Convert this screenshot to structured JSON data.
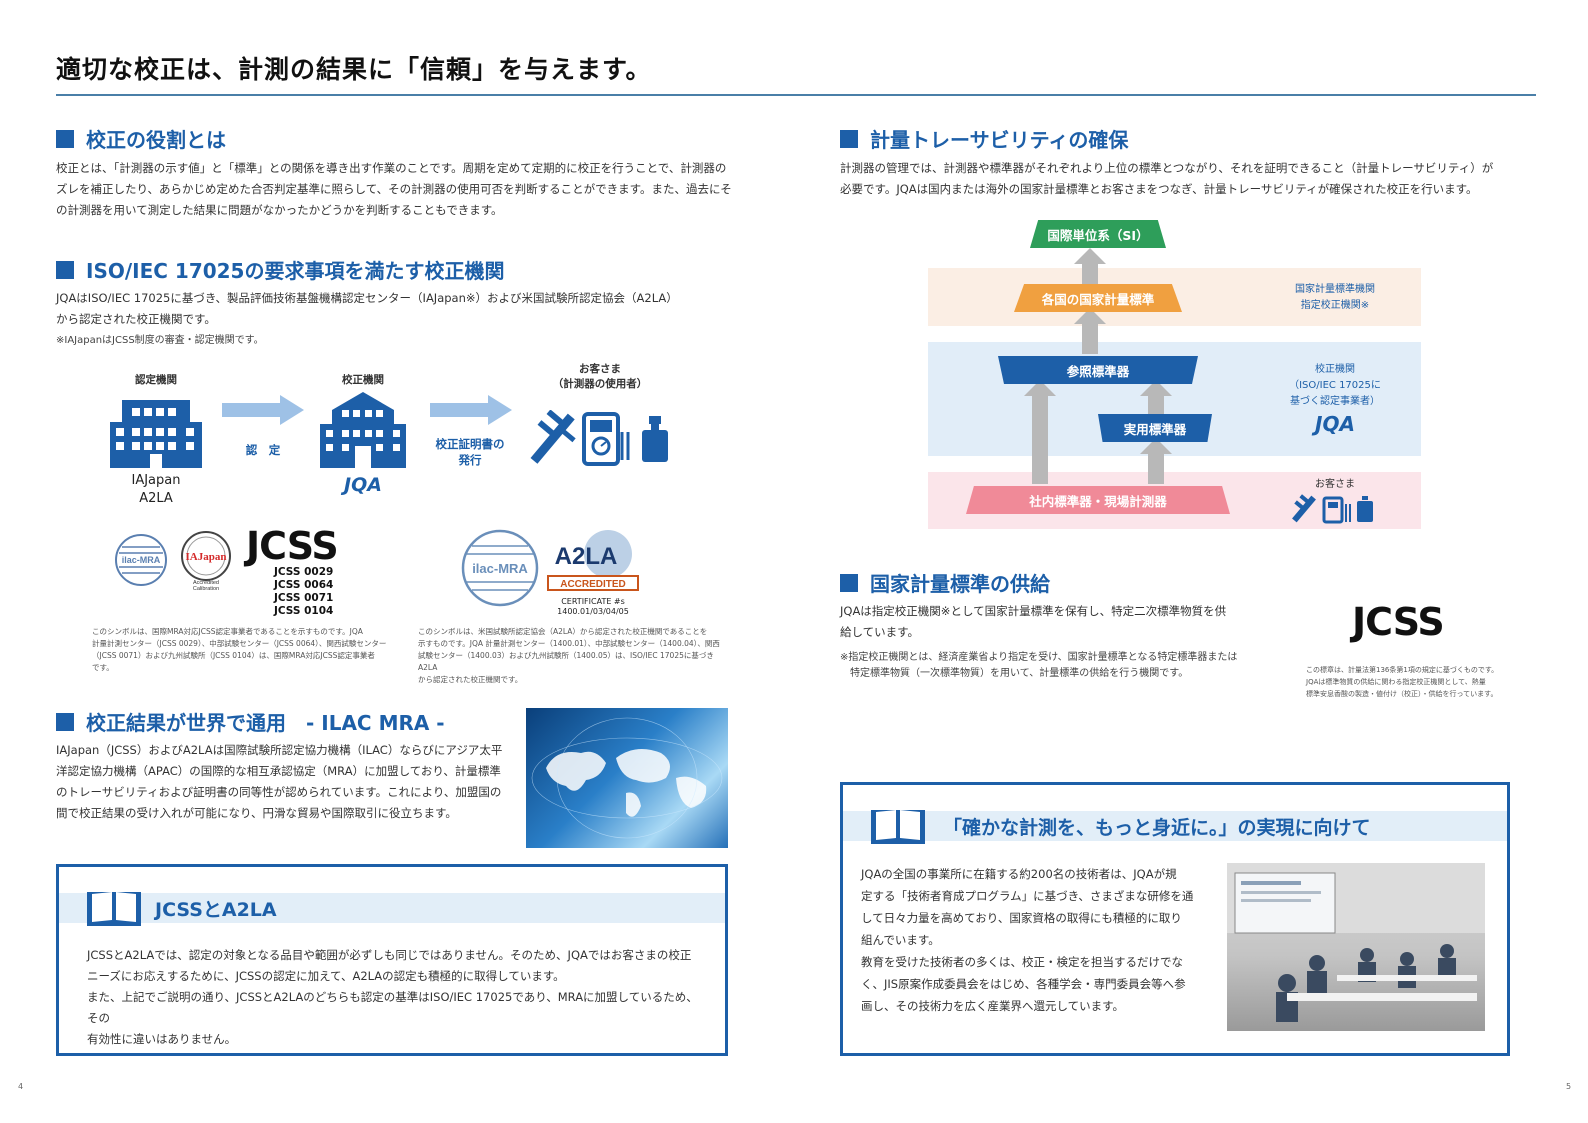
{
  "header": {
    "title": "適切な校正は、計測の結果に「信頼」を与えます。"
  },
  "left": {
    "role": {
      "title": "校正の役割とは",
      "lines": [
        "校正とは、「計測器の示す値」と「標準」との関係を導き出す作業のことです。周期を定めて定期的に校正を行うことで、計測器の",
        "ズレを補正したり、あらかじめ定めた合否判定基準に照らして、その計測器の使用可否を判断することができます。また、過去にそ",
        "の計測器を用いて測定した結果に問題がなかったかどうかを判断することもできます。"
      ]
    },
    "iso": {
      "title": "ISO/IEC 17025の要求事項を満たす校正機関",
      "lines": [
        "JQAはISO/IEC 17025に基づき、製品評価技術基盤機構認定センター（IAJapan※）および米国試験所認定協会（A2LA）",
        "から認定された校正機関です。"
      ],
      "note": "※IAJapanはJCSS制度の審査・認定機関です。"
    },
    "flow": {
      "col1_label": "認定機関",
      "col2_label": "校正機関",
      "col3_label_1": "お客さま",
      "col3_label_2": "（計測器の使用者）",
      "org_line1": "IAJapan",
      "org_line2": "A2LA",
      "arrow1_label": "認　定",
      "arrow2_label_1": "校正証明書の",
      "arrow2_label_2": "発行",
      "jqa": "JQA"
    },
    "logos": {
      "ilac": "ilac-MRA",
      "iajapan": "IAJapan",
      "iajapan_sub1": "Accredited",
      "iajapan_sub2": "Calibration",
      "jcss": "JCSS",
      "jcss_numbers": [
        "JCSS 0029",
        "JCSS 0064",
        "JCSS 0071",
        "JCSS 0104"
      ],
      "a2la": "A2LA",
      "accredited": "ACCREDITED",
      "cert1": "CERTIFICATE #s",
      "cert2": "1400.01/03/04/05",
      "note1": [
        "このシンボルは、国際MRA対応JCSS認定事業者であることを示すものです。JQA",
        "計量計測センター（JCSS 0029）、中部試験センター（JCSS 0064）、関西試験センター",
        "（JCSS 0071）および九州試験所（JCSS 0104）は、国際MRA対応JCSS認定事業者",
        "です。"
      ],
      "note2": [
        "このシンボルは、米国試験所認定協会（A2LA）から認定された校正機関であることを",
        "示すものです。JQA 計量計測センター（1400.01）、中部試験センター（1400.04）、関西",
        "試験センター（1400.03）および九州試験所（1400.05）は、ISO/IEC 17025に基づきA2LA",
        "から認定された校正機関です。"
      ]
    },
    "ilac_section": {
      "title": "校正結果が世界で通用　- ILAC MRA -",
      "lines": [
        "IAJapan（JCSS）およびA2LAは国際試験所認定協力機構（ILAC）ならびにアジア太平",
        "洋認定協力機構（APAC）の国際的な相互承認協定（MRA）に加盟しており、計量標準",
        "のトレーサビリティおよび証明書の同等性が認められています。これにより、加盟国の",
        "間で校正結果の受け入れが可能になり、円滑な貿易や国際取引に役立ちます。"
      ]
    },
    "box": {
      "title": "JCSSとA2LA",
      "lines": [
        "JCSSとA2LAでは、認定の対象となる品目や範囲が必ずしも同じではありません。そのため、JQAではお客さまの校正",
        "ニーズにお応えするために、JCSSの認定に加えて、A2LAの認定も積極的に取得しています。",
        "また、上記でご説明の通り、JCSSとA2LAのどちらも認定の基準はISO/IEC 17025であり、MRAに加盟しているため、その",
        "有効性に違いはありません。"
      ]
    },
    "page_number": "4"
  },
  "right": {
    "trace": {
      "title": "計量トレーサビリティの確保",
      "lines": [
        "計測器の管理では、計測器や標準器がそれぞれより上位の標準とつながり、それを証明できること（計量トレーサビリティ）が",
        "必要です。JQAは国内または海外の国家計量標準とお客さまをつなぎ、計量トレーサビリティが確保された校正を行います。"
      ]
    },
    "diagram": {
      "si": "国際単位系（SI）",
      "national": "各国の国家計量標準",
      "reference": "参照標準器",
      "working": "実用標準器",
      "inhouse": "社内標準器・現場計測器",
      "note_national_1": "国家計量標準機関",
      "note_national_2": "指定校正機関※",
      "note_jqa_1": "校正機関",
      "note_jqa_2": "（ISO/IEC 17025に",
      "note_jqa_3": "基づく認定事業者）",
      "note_jqa_logo": "JQA",
      "note_customer": "お客さま",
      "colors": {
        "si": "#2e9e5a",
        "national": "#f0a040",
        "reference": "#1d5fa8",
        "inhouse": "#f08a98"
      }
    },
    "supply": {
      "title": "国家計量標準の供給",
      "lines": [
        "JQAは指定校正機関※として国家計量標準を保有し、特定二次標準物質を供",
        "給しています。"
      ],
      "note_lines": [
        "※指定校正機関とは、経済産業省より指定を受け、国家計量標準となる特定標準器または",
        "　特定標準物質（一次標準物質）を用いて、計量標準の供給を行う機関です。"
      ],
      "jcss_logo": "JCSS",
      "jcss_note": [
        "この標章は、計量法第136条第1項の規定に基づくものです。",
        "JQAは標準物質の供給に関わる指定校正機関として、熱量",
        "標準安息香酸の製造・値付け（校正）・供給を行っています。"
      ]
    },
    "box": {
      "title": "「確かな計測を、もっと身近に。」の実現に向けて",
      "lines": [
        "JQAの全国の事業所に在籍する約200名の技術者は、JQAが規",
        "定する「技術者育成プログラム」に基づき、さまざまな研修を通",
        "して日々力量を高めており、国家資格の取得にも積極的に取り",
        "組んでいます。",
        "教育を受けた技術者の多くは、校正・検定を担当するだけでな",
        "く、JIS原案作成委員会をはじめ、各種学会・専門委員会等へ参",
        "画し、その技術力を広く産業界へ還元しています。"
      ]
    },
    "page_number": "5"
  },
  "icons": [
    "building-icon",
    "office-building-icon",
    "caliper-icon",
    "multimeter-icon",
    "weight-icon",
    "book-icon",
    "world-map-image",
    "training-room-photo"
  ],
  "colors": {
    "accent": "#1d5fa8",
    "arrow": "#9ec1e6",
    "band_orange": "#fbeee4",
    "band_blue": "#e1edf8",
    "band_pink": "#fbe5ea"
  }
}
